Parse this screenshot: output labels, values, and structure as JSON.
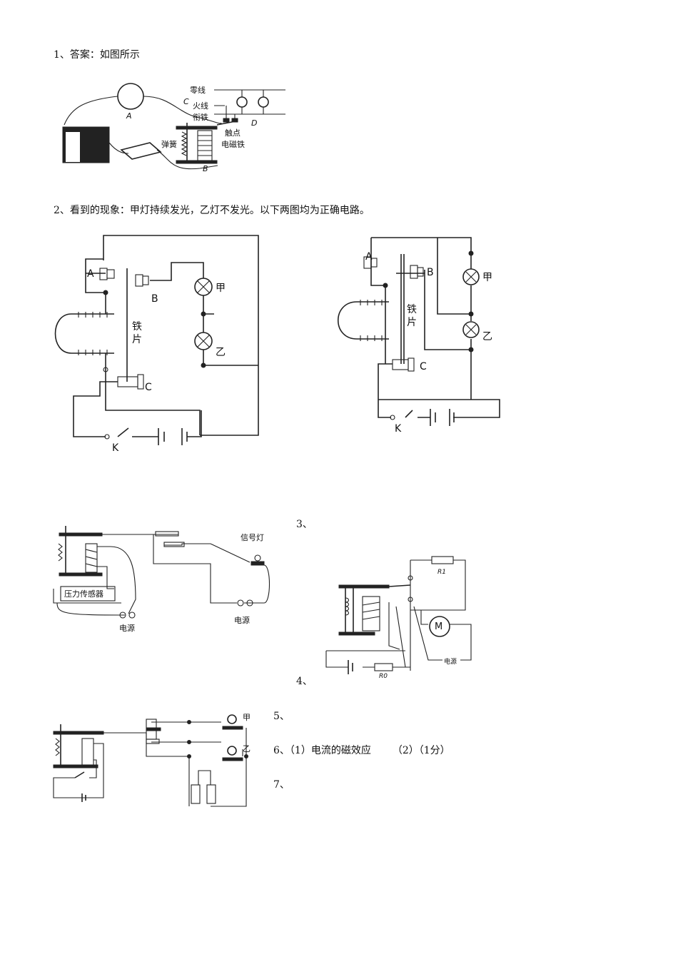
{
  "q1": {
    "text": "1、答案：如图所示",
    "labels": {
      "A": "A",
      "B": "B",
      "C": "C",
      "D": "D",
      "neutral": "零线",
      "live": "火线",
      "armature": "衔铁",
      "spring": "弹簧",
      "contact": "触点",
      "electromagnet": "电磁铁"
    }
  },
  "q2": {
    "text": "2、看到的现象：甲灯持续发光，乙灯不发光。以下两图均为正确电路。",
    "labels": {
      "A": "A",
      "B": "B",
      "C": "C",
      "K": "K",
      "lamp1": "甲",
      "lamp2": "乙",
      "iron1": "铁",
      "iron2": "片"
    }
  },
  "q3": {
    "num": "3、",
    "labels": {
      "signal_lamp": "信号灯",
      "sensor": "压力传感器",
      "power1": "电源",
      "power2": "电源"
    }
  },
  "q4": {
    "num": "4、",
    "labels": {
      "R1": "R1",
      "R0": "R0",
      "motor": "M",
      "power": "电源"
    }
  },
  "q5": {
    "num": "5、",
    "labels": {
      "lamp1": "甲",
      "lamp2": "乙"
    }
  },
  "q6": {
    "num": "6、",
    "part1": "（1）电流的磁效应",
    "part2": "（2）（1分）"
  },
  "q7": {
    "num": "7、"
  }
}
